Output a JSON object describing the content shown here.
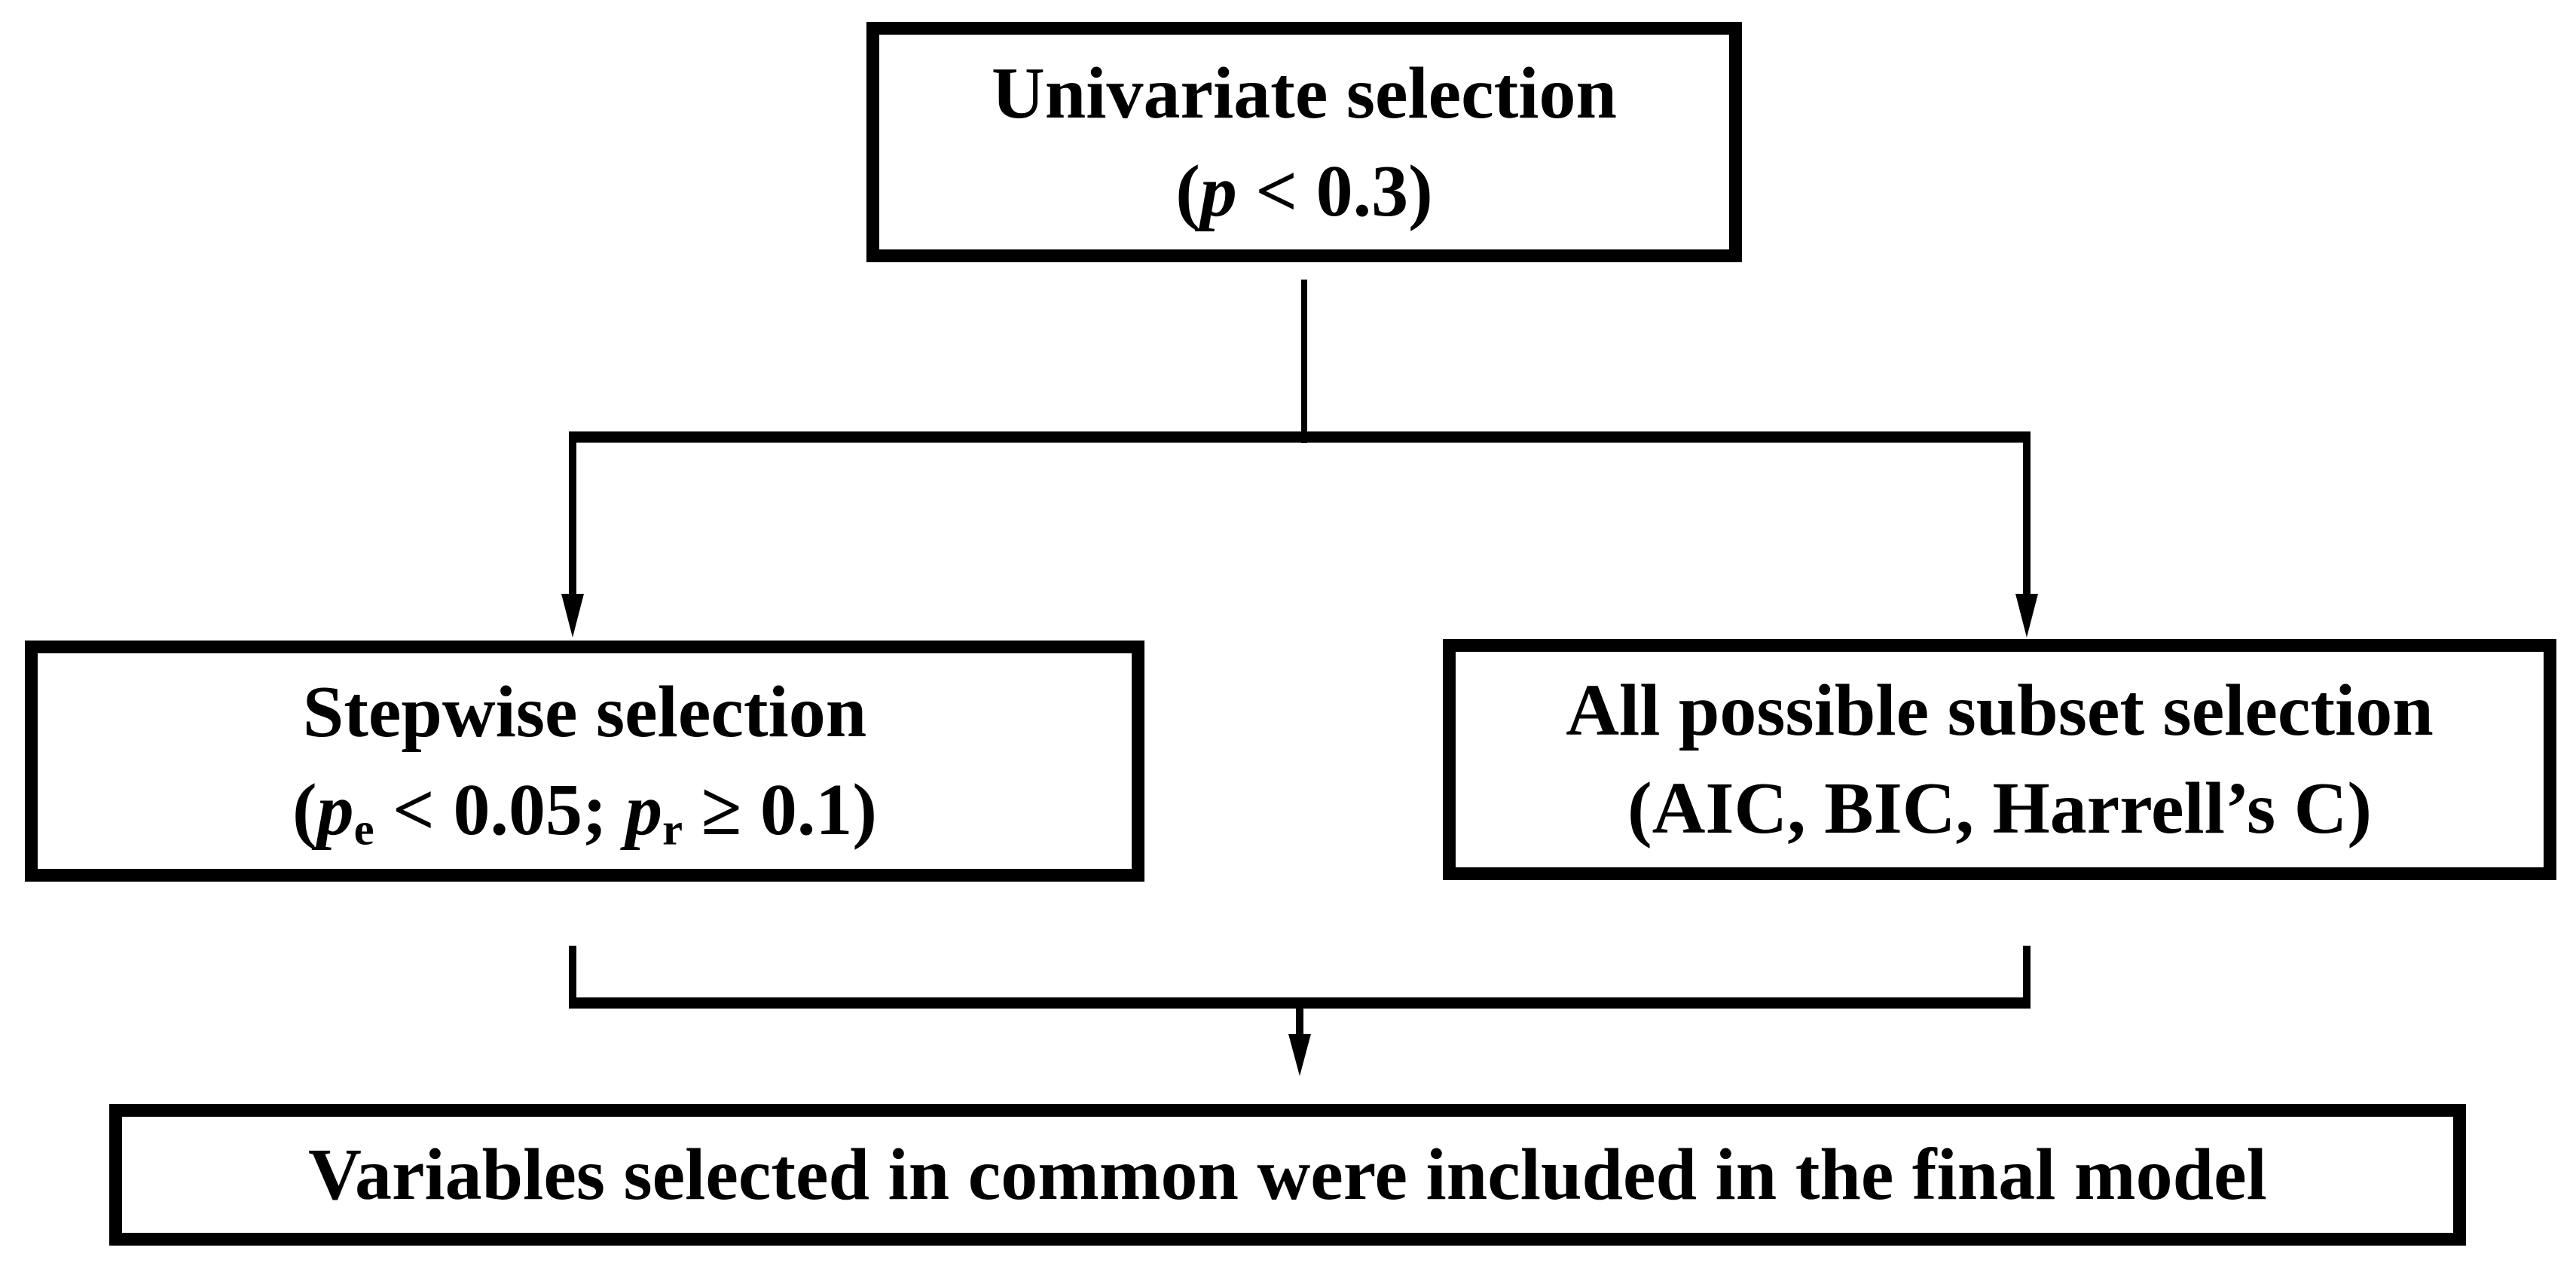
{
  "style": {
    "background": "#ffffff",
    "box_border": "#000000",
    "text_color": "#000000",
    "line": "#000000"
  },
  "nodes": {
    "univariate": {
      "title": "Univariate selection",
      "formula": {
        "open": "(",
        "p": "p",
        "tail": " < 0.3)"
      }
    },
    "stepwise": {
      "title": "Stepwise selection",
      "formula": {
        "open": "(",
        "p1": "p",
        "sub1": "e",
        "mid": " < 0.05; ",
        "p2": "p",
        "sub2": "r",
        "tail": " ≥ 0.1)"
      }
    },
    "subset": {
      "title": "All possible subset selection",
      "formula": {
        "text": "(AIC, BIC, Harrell’s C)"
      }
    },
    "final": {
      "title": "Variables selected in common were included in the final model"
    }
  }
}
